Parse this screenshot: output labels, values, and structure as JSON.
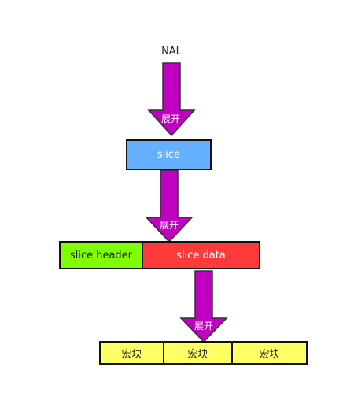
{
  "diagram": {
    "title": "NAL",
    "expand_label": "展开",
    "slice": {
      "label": "slice"
    },
    "slice_header": {
      "label": "slice header"
    },
    "slice_data": {
      "label": "slice data"
    },
    "macroblocks": [
      "宏块",
      "宏块",
      "宏块"
    ]
  },
  "colors": {
    "arrow_fill": "#c000c0",
    "arrow_stroke": "#333333",
    "slice": "#64b0ff",
    "slice_header": "#80ff00",
    "slice_data": "#ff3a3a",
    "macroblock": "#ffff66"
  }
}
